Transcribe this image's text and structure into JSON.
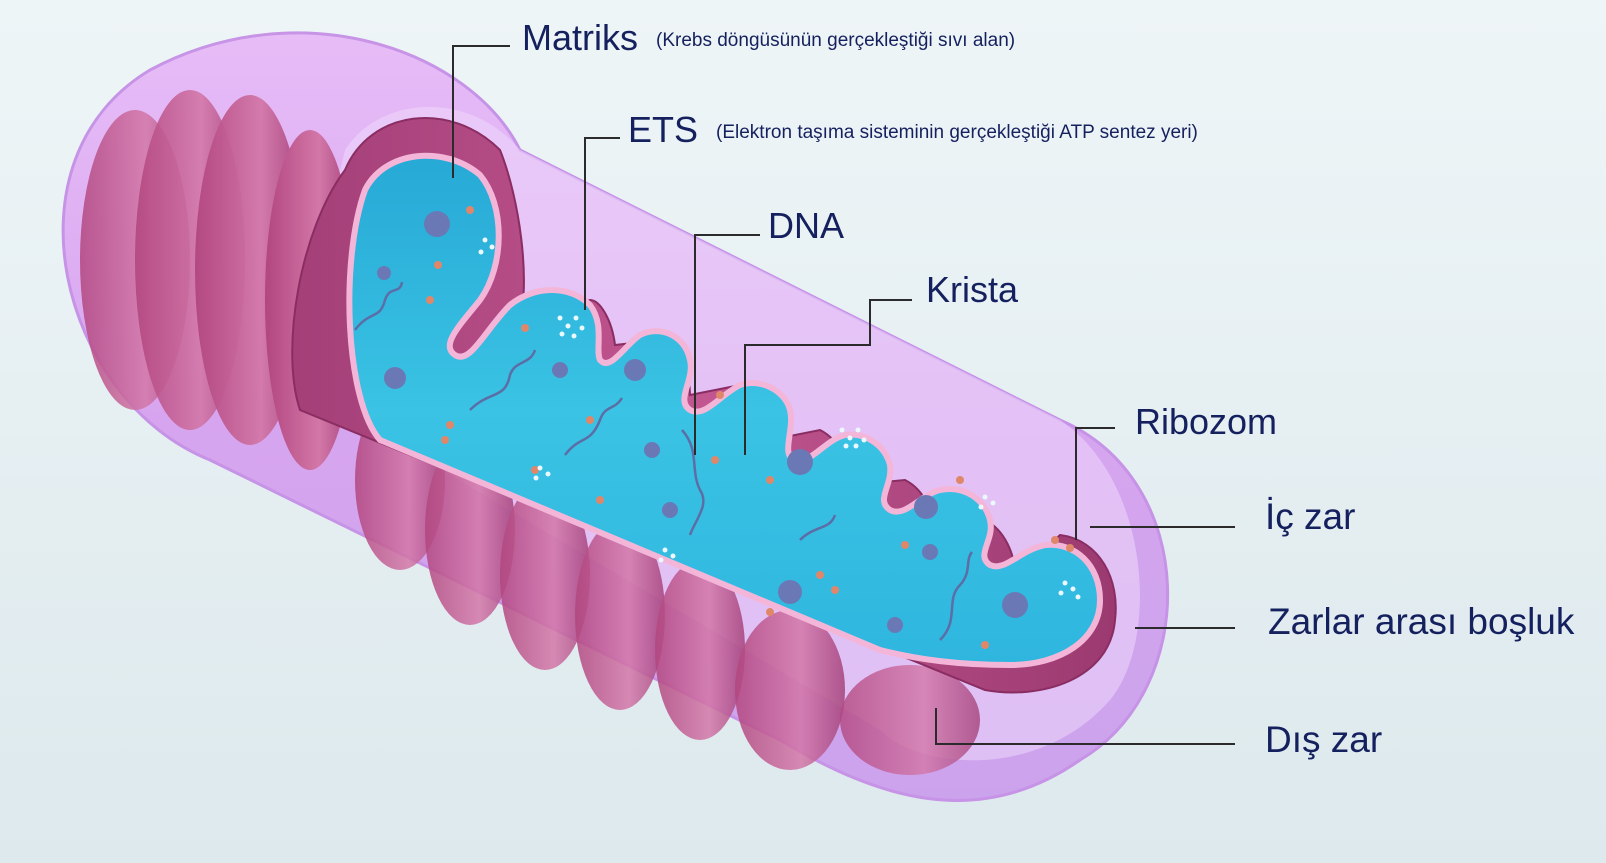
{
  "labels": {
    "matriks": {
      "name": "Matriks",
      "note": "(Krebs döngüsünün gerçekleştiği sıvı alan)"
    },
    "ets": {
      "name": "ETS",
      "note": "(Elektron taşıma sisteminin gerçekleştiği ATP sentez yeri)"
    },
    "dna": {
      "name": "DNA"
    },
    "krista": {
      "name": "Krista"
    },
    "ribozom": {
      "name": "Ribozom"
    },
    "ic_zar": {
      "name": "İç zar"
    },
    "zarlar_arasi": {
      "name": "Zarlar arası boşluk"
    },
    "dis_zar": {
      "name": "Dış zar"
    }
  },
  "colors": {
    "label_text": "#15205e",
    "outer_membrane": "#d9a7ef",
    "inner_membrane": "#b8497f",
    "matrix": "#36bfe0",
    "ribosome": "#e0876a",
    "granule": "#6a79b6",
    "leader_line": "#2b2b2b"
  }
}
